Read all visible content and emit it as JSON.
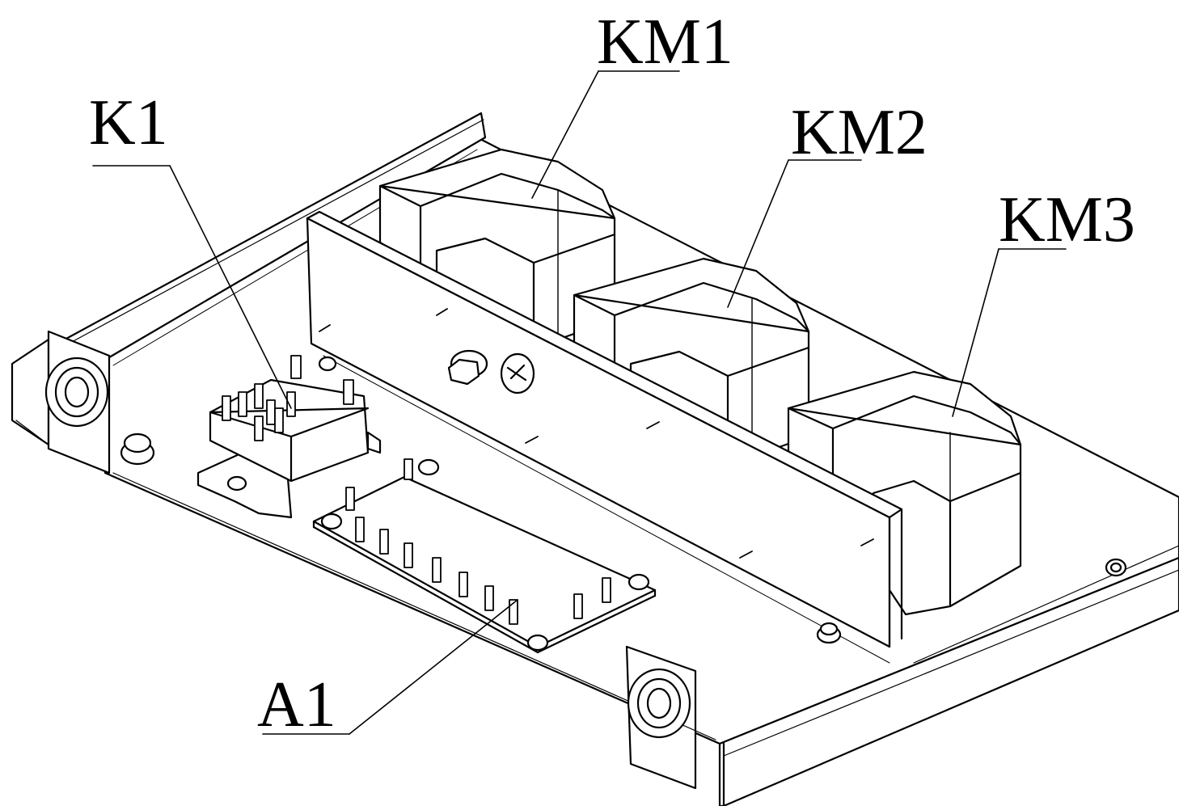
{
  "drawing": {
    "stroke_color": "#000000",
    "background_color": "#ffffff",
    "callouts": {
      "km1": "KM1",
      "km2": "KM2",
      "km3": "KM3",
      "k1": "K1",
      "a1": "A1"
    }
  }
}
